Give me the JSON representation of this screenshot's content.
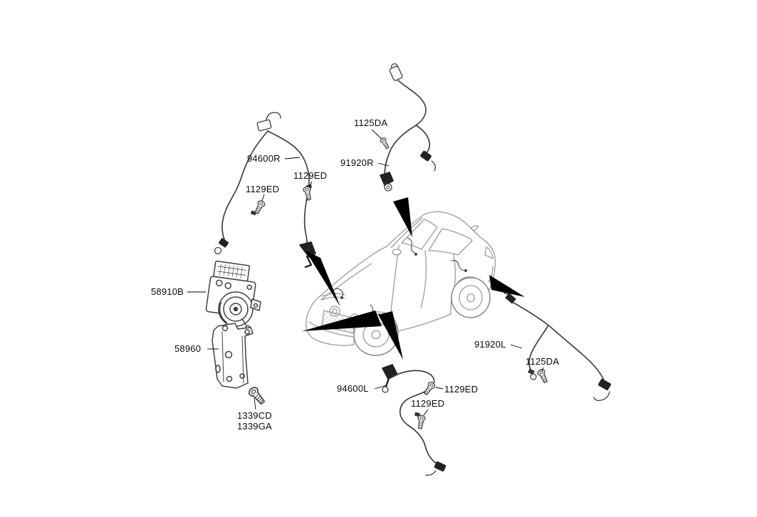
{
  "diagram": {
    "kind": "parts-diagram",
    "colors": {
      "background": "#ffffff",
      "label_text": "#0a0a0a",
      "part_line": "#404040",
      "car_line": "#9b9b9b",
      "arrow_fill": "#000000"
    }
  },
  "labels": [
    {
      "text": "1125DA"
    },
    {
      "text": "94600R"
    },
    {
      "text": "91920R"
    },
    {
      "text": "1129ED"
    },
    {
      "text": "1129ED"
    },
    {
      "text": "58910B"
    },
    {
      "text": "58960"
    },
    {
      "text": "1339CD"
    },
    {
      "text": "1339GA"
    },
    {
      "text": "94600L"
    },
    {
      "text": "1129ED"
    },
    {
      "text": "1129ED"
    },
    {
      "text": "91920L"
    },
    {
      "text": "1125DA"
    }
  ]
}
